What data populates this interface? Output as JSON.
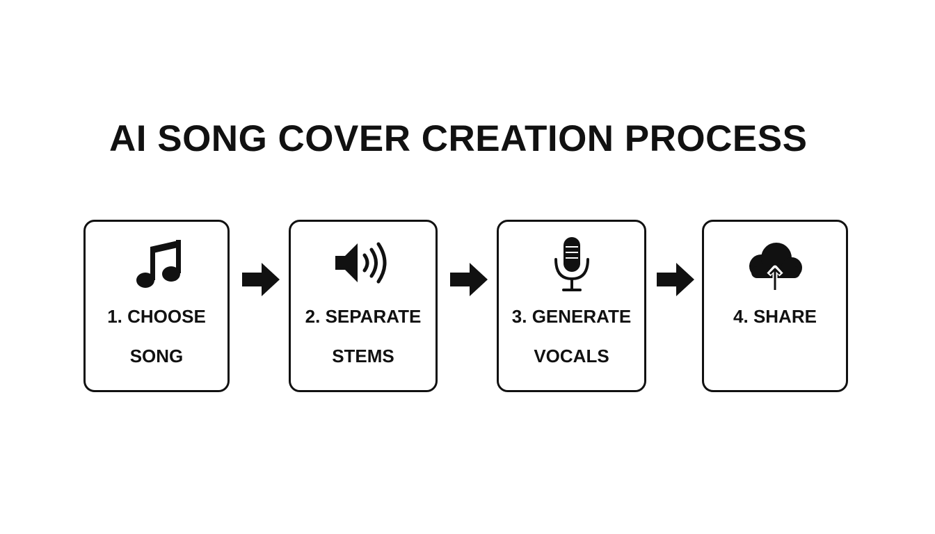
{
  "title": "AI SONG COVER CREATION PROCESS",
  "steps": [
    {
      "line1": "1. CHOOSE",
      "line2": "SONG",
      "icon": "music-note-icon"
    },
    {
      "line1": "2. SEPARATE",
      "line2": "STEMS",
      "icon": "speaker-sound-icon"
    },
    {
      "line1": "3. GENERATE",
      "line2": "VOCALS",
      "icon": "microphone-icon"
    },
    {
      "line1": "4. SHARE",
      "line2": "",
      "icon": "cloud-upload-icon"
    }
  ],
  "colors": {
    "ink": "#111111",
    "background": "#ffffff"
  }
}
